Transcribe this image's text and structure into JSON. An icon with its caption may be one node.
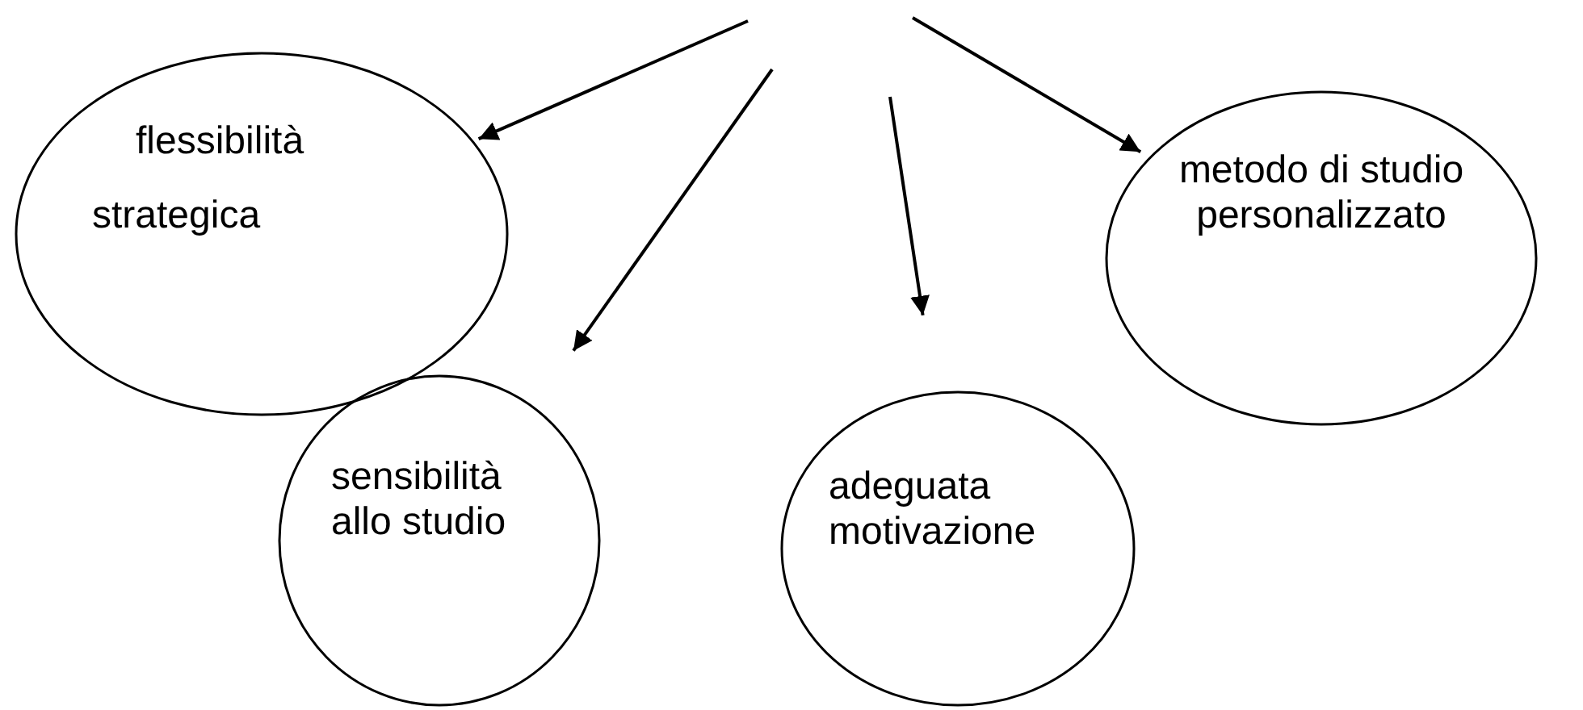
{
  "diagram": {
    "nodes": [
      {
        "text": [
          "flessibilità",
          "strategica"
        ]
      },
      {
        "text": [
          "metodo di studio personalizzato"
        ]
      },
      {
        "text": [
          "sensibilità allo studio"
        ]
      },
      {
        "text": [
          "adeguata motivazione"
        ]
      }
    ],
    "edges": [
      {
        "from": null,
        "to": 0,
        "arrow": "to"
      },
      {
        "from": null,
        "to": 2,
        "arrow": "to"
      },
      {
        "from": null,
        "to": 3,
        "arrow": "to"
      },
      {
        "from": null,
        "to": 1,
        "arrow": "to"
      }
    ]
  }
}
